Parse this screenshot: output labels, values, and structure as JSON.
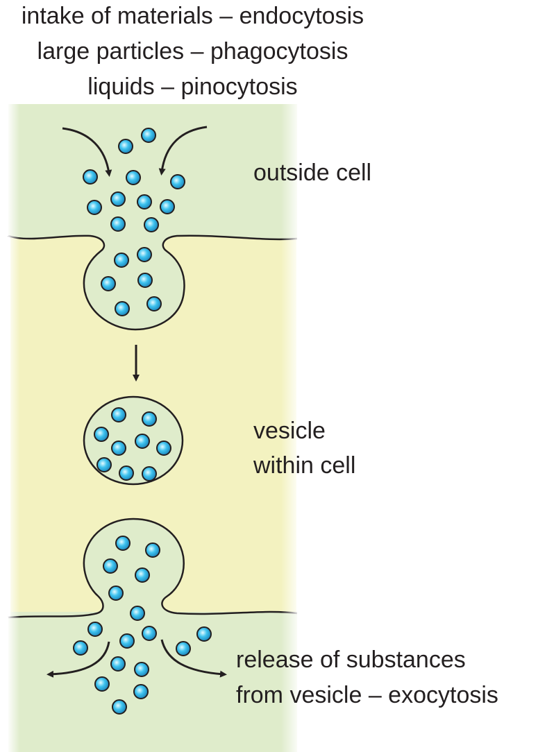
{
  "title_lines": {
    "line1": "intake of materials – endocytosis",
    "line2": "large particles – phagocytosis",
    "line3": "liquids – pinocytosis"
  },
  "labels": {
    "outside_cell": "outside cell",
    "vesicle_line1": "vesicle",
    "vesicle_line2": "within cell",
    "release_line1": "release of substances",
    "release_line2": "from vesicle – exocytosis"
  },
  "colors": {
    "outside_fluid": "#dfeccb",
    "cytoplasm": "#f3f2c0",
    "vesicle_fill": "#dfeccb",
    "particle_light": "#e6fbff",
    "particle_mid": "#3ec3ef",
    "particle_dark": "#1a7fb5",
    "outline": "#231f20"
  }
}
